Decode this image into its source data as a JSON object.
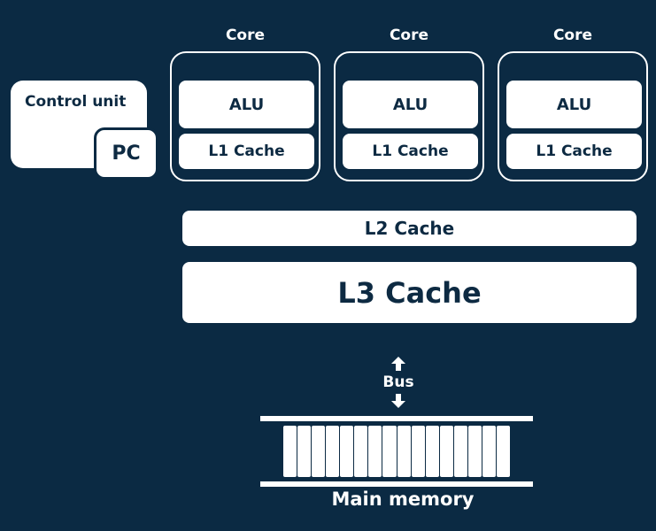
{
  "control_unit": {
    "label": "Control unit",
    "pc": "PC"
  },
  "cores": [
    {
      "title": "Core",
      "alu": "ALU",
      "l1": "L1 Cache"
    },
    {
      "title": "Core",
      "alu": "ALU",
      "l1": "L1 Cache"
    },
    {
      "title": "Core",
      "alu": "ALU",
      "l1": "L1 Cache"
    }
  ],
  "l2": "L2 Cache",
  "l3": "L3 Cache",
  "bus": "Bus",
  "memory": {
    "label": "Main memory",
    "cells": 16
  },
  "colors": {
    "background": "#0b2a43",
    "foreground": "#ffffff",
    "text": "#0d2a42"
  }
}
